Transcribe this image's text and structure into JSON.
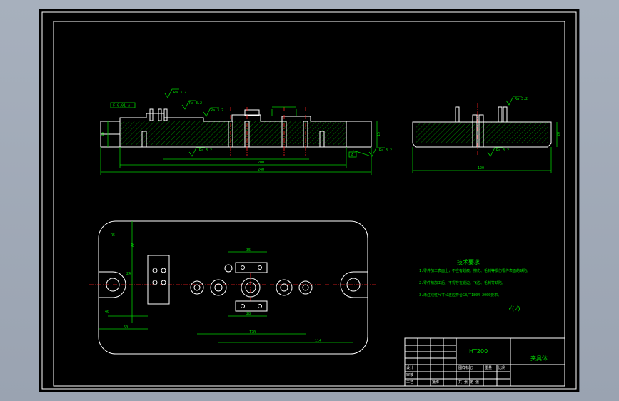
{
  "colors": {
    "background": "#000000",
    "outline": "#ffffff",
    "dimension": "#00d000",
    "centerline": "#ff2020",
    "app_frame": "#a7b0bd"
  },
  "front_view": {
    "dims": {
      "total_length": "240",
      "inner_length": "200",
      "left_height": "16",
      "right_height": "15"
    },
    "roughness": [
      "Ra 3.2",
      "Ra 3.2",
      "Ra 3.2",
      "Ra 3.2",
      "Ra 3.2"
    ],
    "tolerance_frame": "F  0.01 A",
    "datum": "A"
  },
  "side_view": {
    "dims": {
      "width": "120",
      "height": "20"
    },
    "roughness": [
      "Ra 3.2",
      "Ra 3.2"
    ]
  },
  "top_view": {
    "dims": {
      "left_radius": "R5",
      "height": "60",
      "dim_35": "35",
      "dim_28": "28",
      "dim_24": "24",
      "dim_120": "120",
      "dim_114": "114",
      "dim_50": "50",
      "dim_40": "40"
    }
  },
  "technical_requirements": {
    "title": "技术要求",
    "items": [
      "1.零件加工表面上，不应有划痕、擦伤、毛刺等损伤零件表面的缺陷。",
      "2.零件精加工后，不得存在锐边、飞边、毛刺等缺陷。",
      "3.未注线性尺寸公差应符合GB/T1804-2000要求。"
    ],
    "roughness_note": "√(√)"
  },
  "title_block": {
    "material": "HT200",
    "part_name": "夹具体",
    "scale_label": "比例",
    "sheet_label": "图样标记",
    "designer_label": "设计",
    "checker_label": "审核",
    "process_label": "工艺",
    "approve_label": "批准",
    "weight_label": "重量",
    "count_label": "共 张 第 张"
  }
}
